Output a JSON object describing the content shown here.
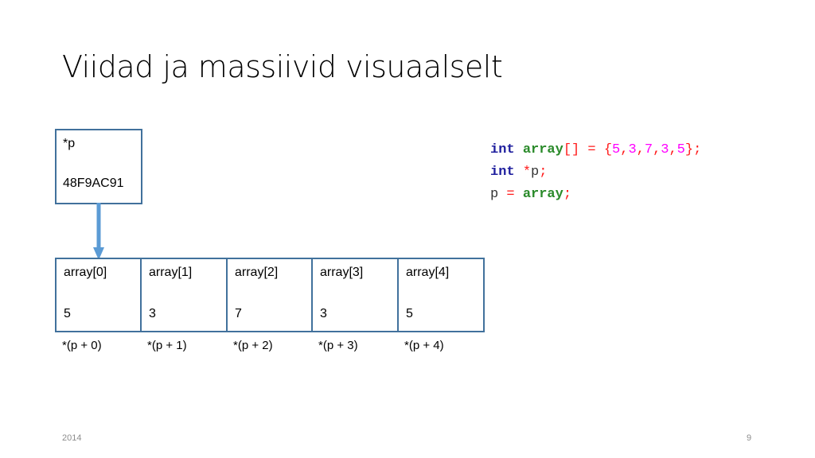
{
  "slide": {
    "title": "Viidad ja massiivid visuaalselt",
    "footer_left": "2014",
    "page_number": "9"
  },
  "pointer": {
    "label": "*p",
    "address": "48F9AC91"
  },
  "array_cells": [
    {
      "name": "array[0]",
      "value": "5",
      "deref": "*(p + 0)"
    },
    {
      "name": "array[1]",
      "value": "3",
      "deref": "*(p + 1)"
    },
    {
      "name": "array[2]",
      "value": "7",
      "deref": "*(p + 2)"
    },
    {
      "name": "array[3]",
      "value": "3",
      "deref": "*(p + 3)"
    },
    {
      "name": "array[4]",
      "value": "5",
      "deref": "*(p + 4)"
    }
  ],
  "code": {
    "line1": {
      "kw": "int",
      "sp1": " ",
      "id": "array",
      "op1": "[] = {",
      "n1": "5",
      "c1": ",",
      "n2": "3",
      "c2": ",",
      "n3": "7",
      "c3": ",",
      "n4": "3",
      "c4": ",",
      "n5": "5",
      "end": "};"
    },
    "line2": {
      "kw": "int",
      "sp1": " ",
      "op1": "*",
      "plain": "p",
      "end": ";"
    },
    "line3": {
      "plain": "p",
      "op1": " = ",
      "id": "array",
      "end": ";"
    }
  },
  "colors": {
    "box_border": "#41719c",
    "arrow": "#5b9bd5",
    "keyword": "#1f1f9e",
    "identifier": "#2a8a2a",
    "operator": "#ff1a1a",
    "number": "#ff00ff"
  }
}
